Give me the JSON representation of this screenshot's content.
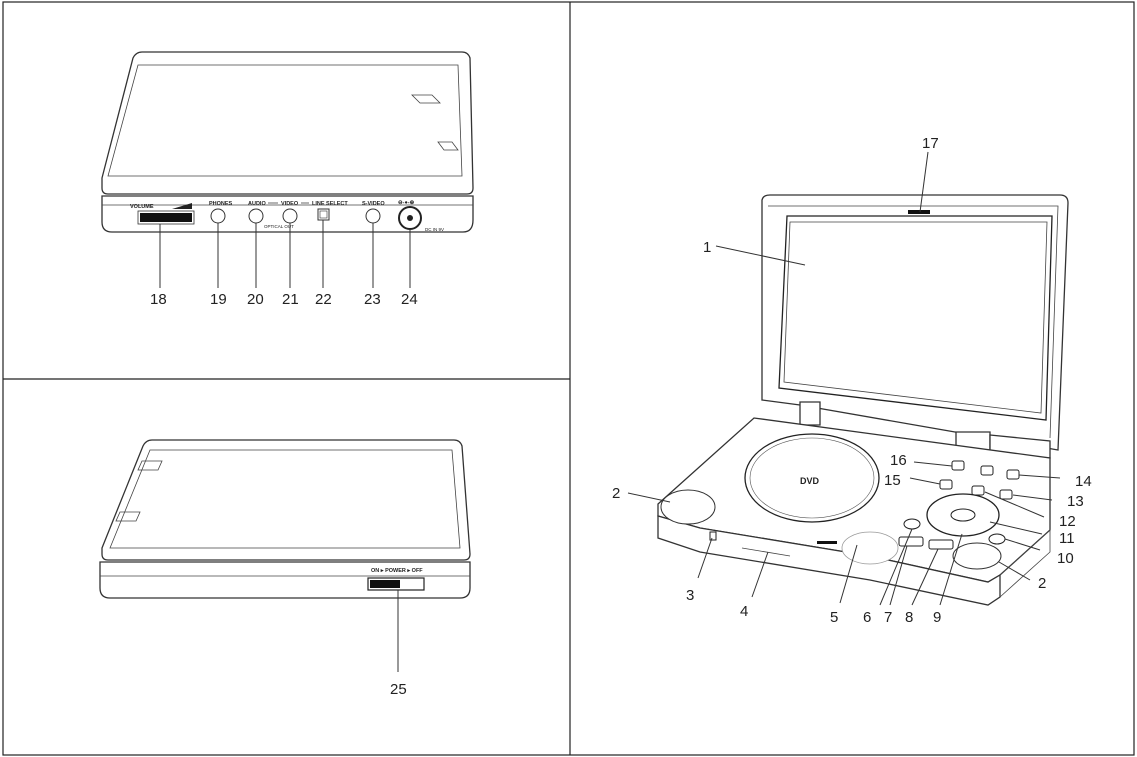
{
  "panels": {
    "top_left": {
      "jack_labels": {
        "volume": "VOLUME",
        "phones": "PHONES",
        "audio": "AUDIO",
        "video": "VIDEO",
        "line_select": "LINE SELECT",
        "s_video": "S-VIDEO",
        "optical_out": "OPTICAL OUT",
        "dc_in": "DC IN 9V"
      },
      "callouts": [
        "18",
        "19",
        "20",
        "21",
        "22",
        "23",
        "24"
      ]
    },
    "bottom_left": {
      "power_label": "ON ▸ POWER ▸ OFF",
      "callouts": [
        "25"
      ]
    },
    "right": {
      "disc_logo": "DVD",
      "callouts": [
        "1",
        "2",
        "3",
        "4",
        "5",
        "6",
        "7",
        "8",
        "9",
        "10",
        "11",
        "12",
        "13",
        "14",
        "15",
        "16",
        "17",
        "2"
      ]
    }
  }
}
